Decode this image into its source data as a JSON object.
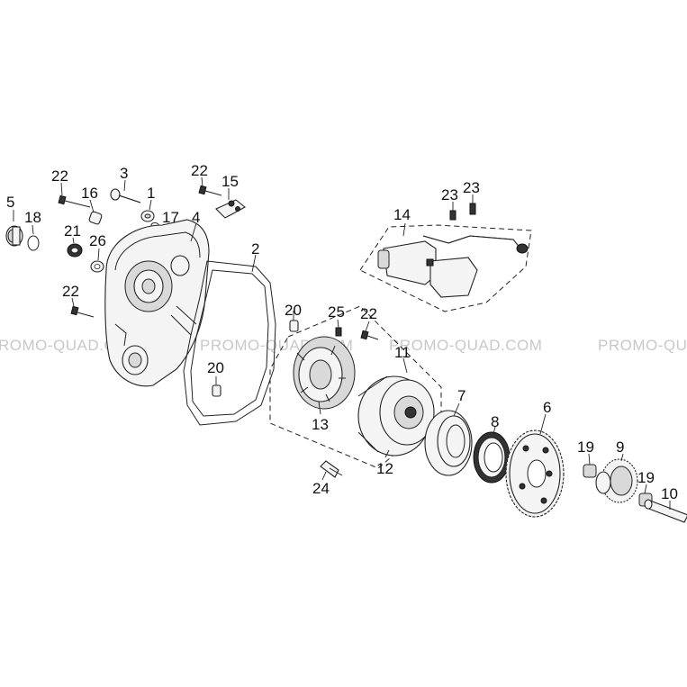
{
  "watermark": {
    "text": "PROMO-QUAD.COM",
    "text_partial_left": "ROMO-QUAD.COM",
    "text_partial_right": "PROMO-QU"
  },
  "callouts": {
    "c1": "1",
    "c2": "2",
    "c3": "3",
    "c4": "4",
    "c5": "5",
    "c6": "6",
    "c7": "7",
    "c8": "8",
    "c9": "9",
    "c10": "10",
    "c11": "11",
    "c12": "12",
    "c13": "13",
    "c14": "14",
    "c15": "15",
    "c16": "16",
    "c17": "17",
    "c18": "18",
    "c19a": "19",
    "c19b": "19",
    "c20a": "20",
    "c20b": "20",
    "c21": "21",
    "c22a": "22",
    "c22b": "22",
    "c22c": "22",
    "c22d": "22",
    "c23a": "23",
    "c23b": "23",
    "c24": "24",
    "c25": "25",
    "c26": "26"
  }
}
